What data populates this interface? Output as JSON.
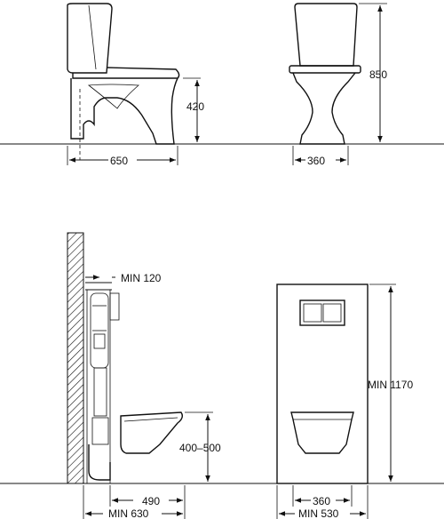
{
  "views": {
    "floor_side": {
      "height_seat": "420",
      "depth": "650"
    },
    "floor_front": {
      "height_total": "850",
      "width": "360"
    },
    "wall_side": {
      "wall_gap": "MIN  120",
      "mount_height": "400–500",
      "projection": "490",
      "total_depth": "MIN  630"
    },
    "wall_front": {
      "panel_height": "MIN  1170",
      "width": "360",
      "panel_width": "MIN  530"
    }
  }
}
